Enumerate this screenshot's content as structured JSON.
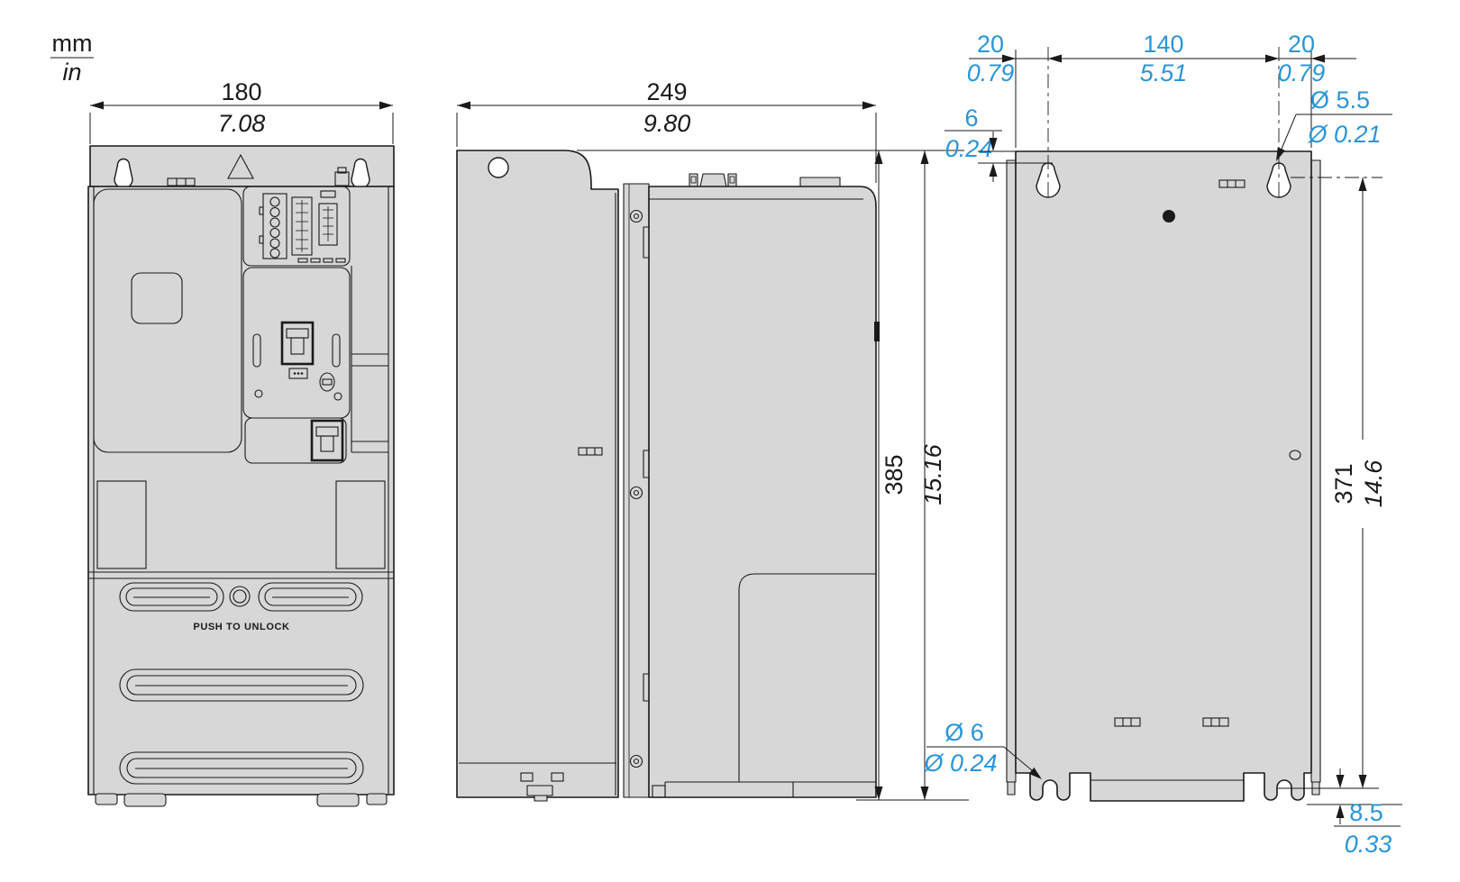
{
  "legend": {
    "mm": "mm",
    "in": "in"
  },
  "front": {
    "width_mm": "180",
    "width_in": "7.08",
    "push_label": "PUSH TO UNLOCK"
  },
  "side": {
    "width_mm": "249",
    "width_in": "9.80",
    "height_mm": "385",
    "height_in": "15.16"
  },
  "rear": {
    "left_offset_mm": "20",
    "left_offset_in": "0.79",
    "spacing_mm": "140",
    "spacing_in": "5.51",
    "right_offset_mm": "20",
    "right_offset_in": "0.79",
    "top_offset_mm": "6",
    "top_offset_in": "0.24",
    "top_hole_mm": "Ø 5.5",
    "top_hole_in": "Ø 0.21",
    "height_mm": "371",
    "height_in": "14.6",
    "bottom_hole_mm": "Ø 6",
    "bottom_hole_in": "Ø 0.24",
    "bottom_offset_mm": "8.5",
    "bottom_offset_in": "0.33"
  },
  "colors": {
    "dimension_blue": "#2b95d6",
    "line_black": "#1a1a1a",
    "body_fill": "#d7d7d7",
    "background": "#ffffff"
  }
}
